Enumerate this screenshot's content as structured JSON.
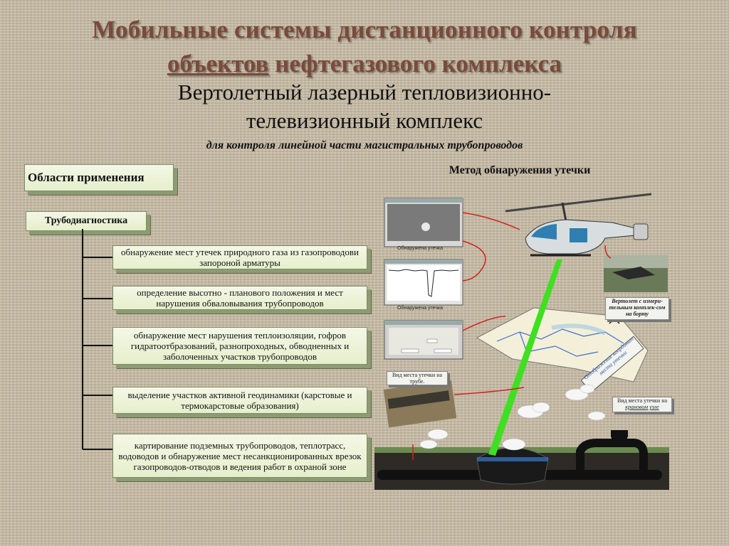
{
  "title": {
    "line1": "Мобильные системы дистанционного контроля",
    "line2_underlined": "объектов",
    "line2_rest": " нефтегазового комплекса"
  },
  "subtitle": {
    "line1": "Вертолетный лазерный тепловизионно-",
    "line2": "телевизионный комплекс",
    "line3": "для контроля  линейной части магистральных трубопроводов"
  },
  "left": {
    "areas_label": "Области применения",
    "diag_label": "Трубодиагностика",
    "items": [
      "обнаружение мест утечек природного газа из газопроводови запороной арматуры",
      "определение высотно - планового положения и мест нарушения обваловывания трубопроводов",
      "обнаружение мест нарушения теплоизоляции, гофров гидратоотбразований, разнопроходных, обводненных и заболоченных участков трубопроводов",
      "выделение участков активной геодинамики (карстовые и термокарстовые образования)",
      "картирование подземных трубопроводов, теплотрасс, водоводов и обнаружение мест несанкционированных врезок газопроводов-отводов и ведения работ в охраной зоне"
    ]
  },
  "right": {
    "method_label": "Метод обнаружения утечки",
    "thermal_caption": "Обнаружена утечка",
    "laser_caption": "Обнаружена утечка",
    "pipe_view_label": "Вид места утечки на трубе.",
    "valve_view_prefix": "Вид места утечки на ",
    "valve_view_emph": "крановом узле",
    "heli_note": "Вертолет с измери-тельным комплек-сом на борту",
    "map_label": "Отображение координат места утечки"
  },
  "colors": {
    "title": "#7a4a3a",
    "box_fill": "#eef3da",
    "box_shadow": "#8e9a72",
    "laser_beam": "#3ee020",
    "arrow": "#d42020"
  }
}
